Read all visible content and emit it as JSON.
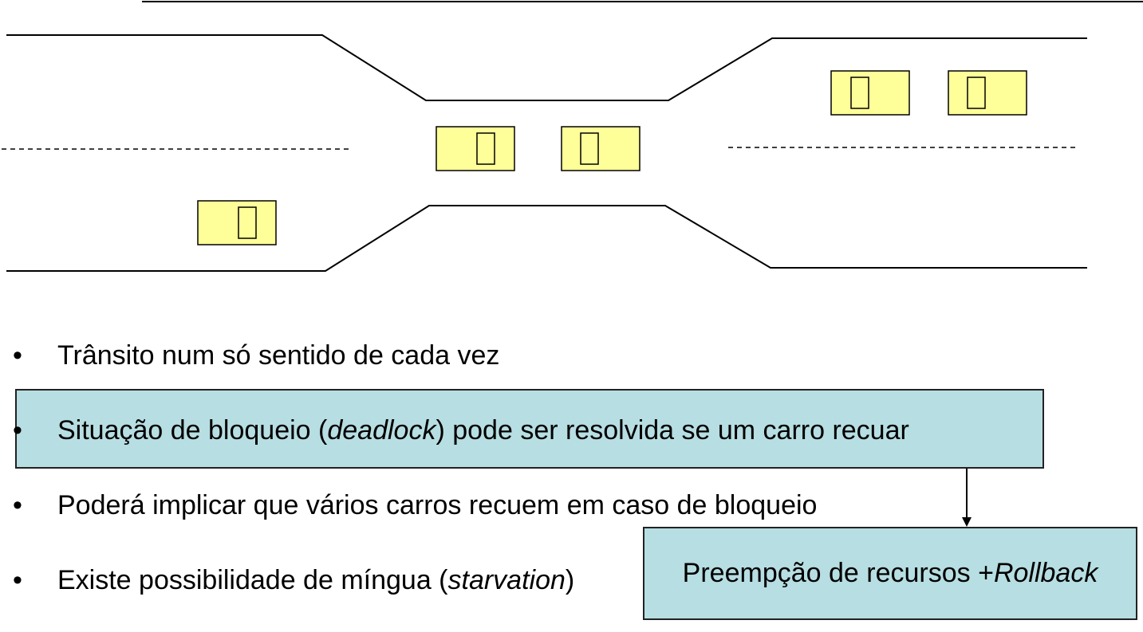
{
  "bullet_symbol": "•",
  "bullets": [
    {
      "text": "Trânsito num só sentido de cada vez"
    },
    {
      "before": "Situação de bloqueio (",
      "italic": "deadlock",
      "after": ") pode ser resolvida se um carro recuar"
    },
    {
      "text": "Poderá implicar que vários carros recuem em caso de bloqueio"
    },
    {
      "before": "Existe possibilidade de míngua (",
      "italic": "starvation",
      "after": ")"
    }
  ],
  "callout": {
    "before": "Preempção de recursos + ",
    "italic": "Rollback"
  },
  "colors": {
    "car_fill": "#ffff99",
    "highlight_fill": "#b7dee2"
  }
}
